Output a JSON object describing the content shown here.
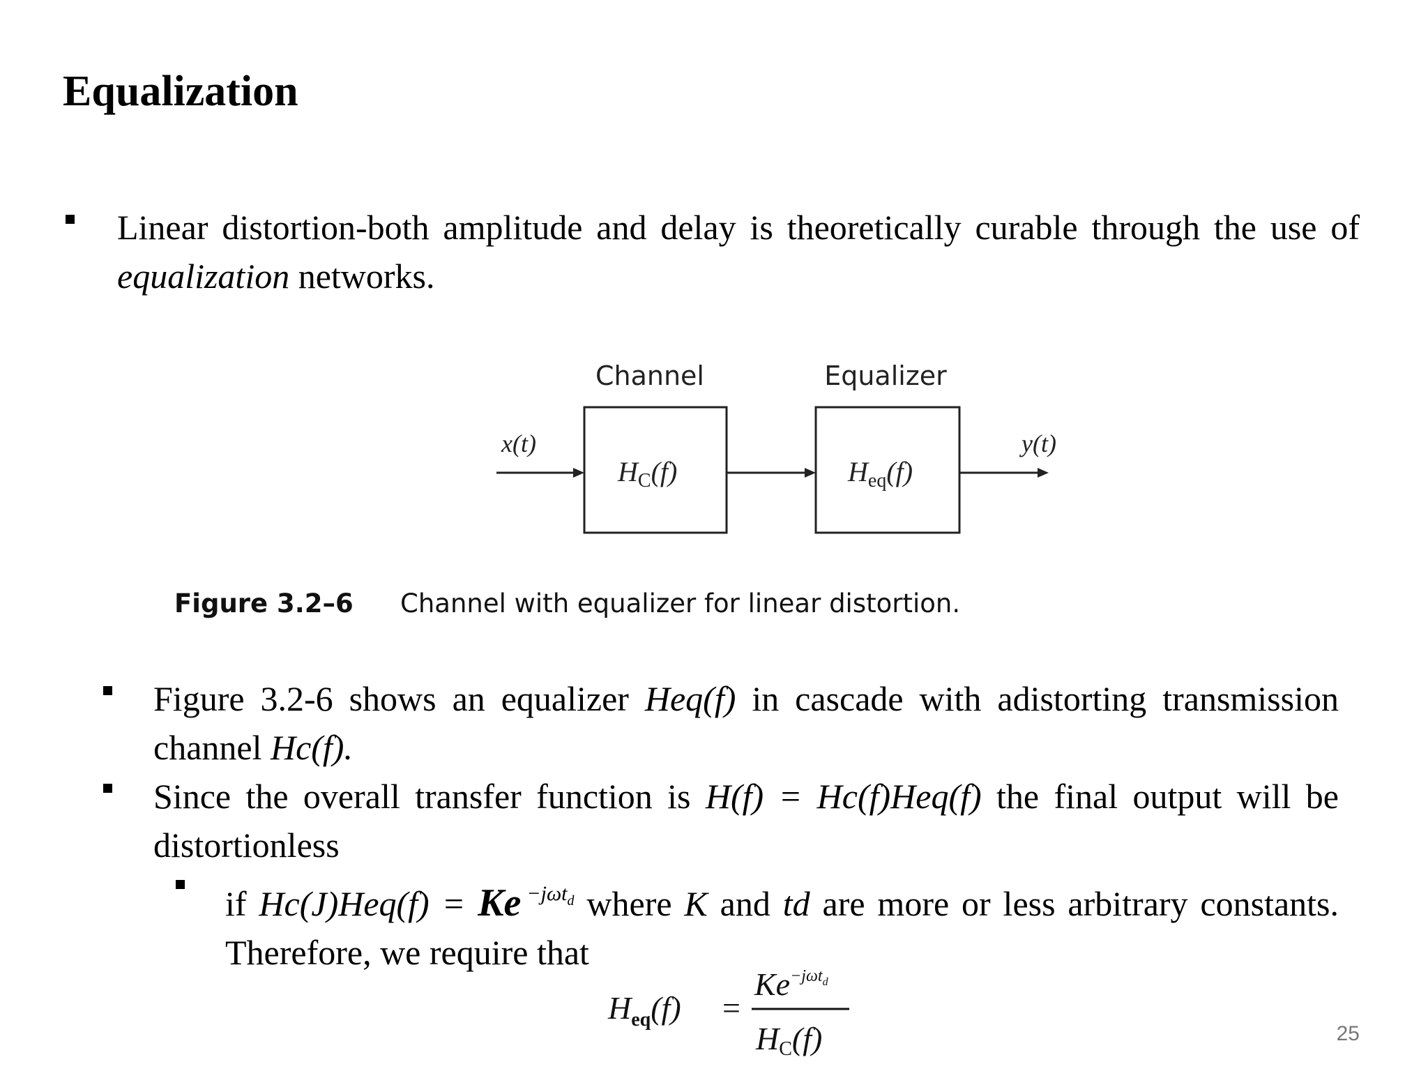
{
  "slide": {
    "title": "Equalization",
    "page_number": "25"
  },
  "intro": {
    "part1": "Linear distortion-both amplitude and delay is theoretically curable through the use of ",
    "emph": "equalization",
    "part2": " networks."
  },
  "figure": {
    "channel_label": "Channel",
    "equalizer_label": "Equalizer",
    "input_label": "x(t)",
    "output_label": "y(t)",
    "channel_H": "H",
    "channel_sub": "C",
    "channel_arg": "(f)",
    "eq_H": "H",
    "eq_sub": "eq",
    "eq_arg": "(f)",
    "caption_number": "Figure 3.2–6",
    "caption_text": "Channel with equalizer for linear distortion."
  },
  "bullets": {
    "b1_a": "Figure 3.2-6 shows an equalizer ",
    "b1_heq": "Heq(f)",
    "b1_b": " in cascade with adistorting transmission channel ",
    "b1_hc": "Hc(f).",
    "b2_a": "Since the overall transfer function is ",
    "b2_eq": "H(f) = Hc(f)Heq(f)",
    "b2_b": " the final output will be distortionless",
    "b3_a": "if ",
    "b3_expr": "Hc(J)Heq(f) = ",
    "b3_K": "Ke",
    "b3_exp": "−jωt",
    "b3_exp_sub": "d",
    "b3_b": " where ",
    "b3_Kvar": "K",
    "b3_c": " and ",
    "b3_td": "td",
    "b3_d": " are more or less arbitrary constants. Therefore, we require that"
  },
  "formula": {
    "lhs_H": "H",
    "lhs_sub": "eq",
    "lhs_arg": "(f)",
    "equals": "=",
    "num_K": "Ke",
    "num_exp": "−jωt",
    "num_exp_sub": "d",
    "den_H": "H",
    "den_sub": "C",
    "den_arg": "(f)"
  }
}
